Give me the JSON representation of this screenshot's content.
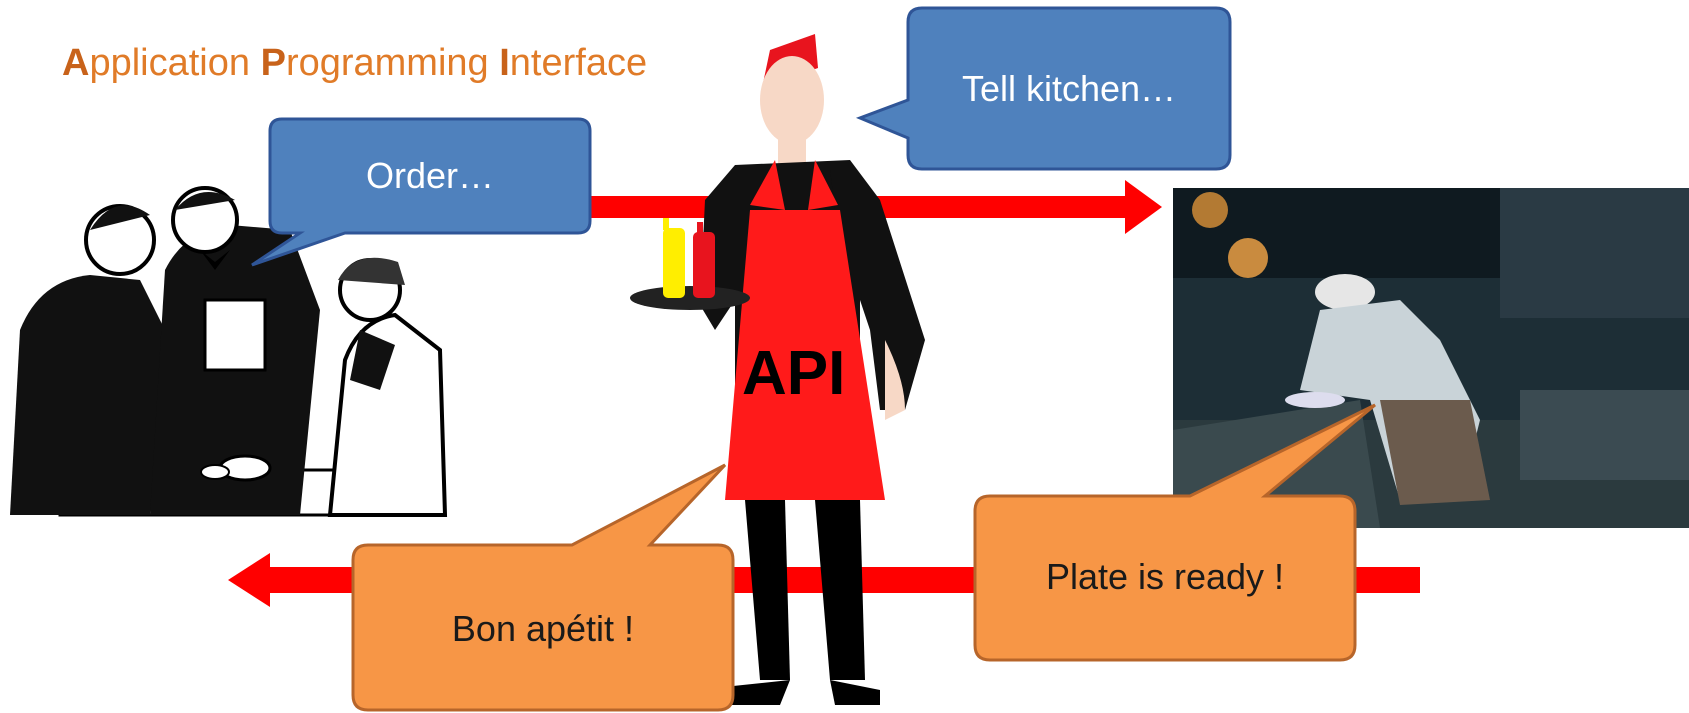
{
  "title": {
    "word1_initial": "A",
    "word1_rest": "pplication ",
    "word2_initial": "P",
    "word2_rest": "rogramming ",
    "word3_initial": "I",
    "word3_rest": "nterface"
  },
  "center_label": "API",
  "bubbles": {
    "order": "Order…",
    "tell_kitchen": "Tell kitchen…",
    "bon_appetit": "Bon apétit !",
    "plate_ready": "Plate is ready !"
  },
  "colors": {
    "title": "#e07b28",
    "blue_bubble": "#4f81bd",
    "orange_bubble": "#f79646",
    "arrow": "#ff0000",
    "apron": "#ff1a1a",
    "hat": "#e8141e"
  },
  "icons": {
    "customers": "restaurant-customers-illustration",
    "waiter": "waiter-with-tray-illustration",
    "kitchen": "chef-in-kitchen-photo"
  }
}
